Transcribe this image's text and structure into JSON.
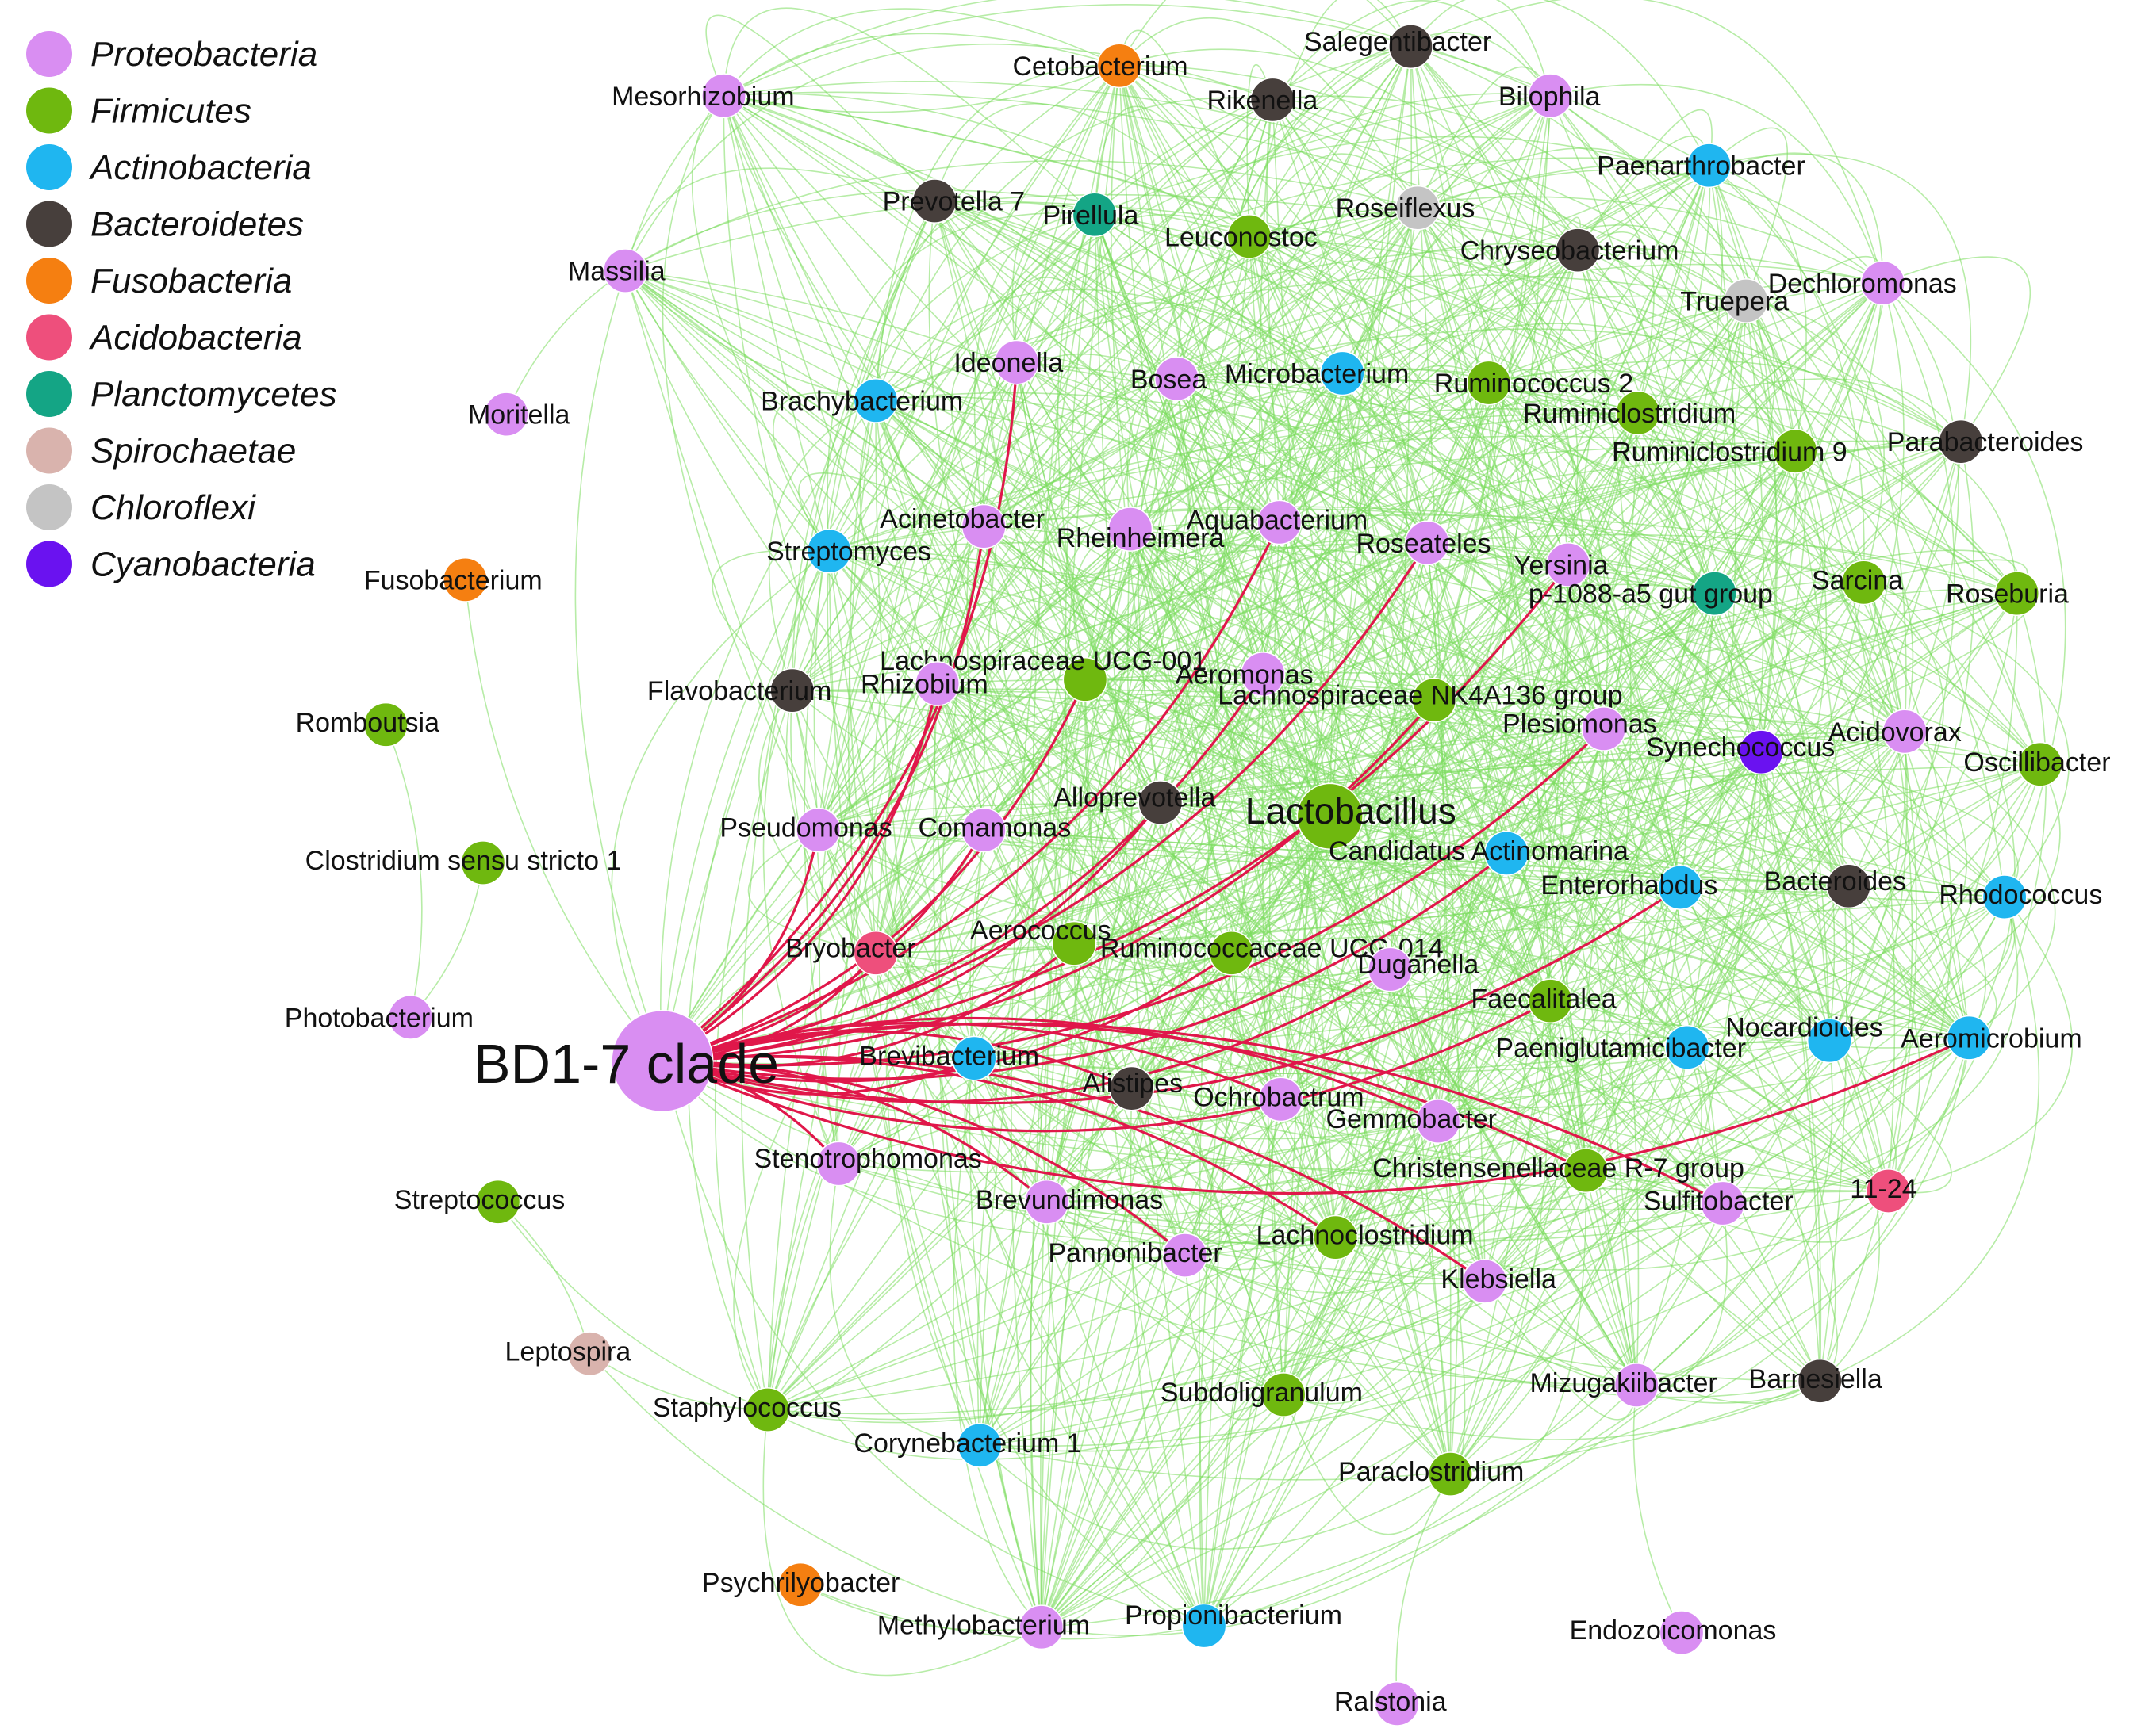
{
  "legend": [
    {
      "name": "Proteobacteria",
      "color": "#d98ef2"
    },
    {
      "name": "Firmicutes",
      "color": "#6fb80f"
    },
    {
      "name": "Actinobacteria",
      "color": "#1fb6f0"
    },
    {
      "name": "Bacteroidetes",
      "color": "#473f3c"
    },
    {
      "name": "Fusobacteria",
      "color": "#f57f11"
    },
    {
      "name": "Acidobacteria",
      "color": "#ee4f7c"
    },
    {
      "name": "Planctomycetes",
      "color": "#14a585"
    },
    {
      "name": "Spirochaetae",
      "color": "#d9b3ad"
    },
    {
      "name": "Chloroflexi",
      "color": "#c4c4c4"
    },
    {
      "name": "Cyanobacteria",
      "color": "#6a12f0"
    }
  ],
  "nodes": [
    {
      "id": "BD1-7 clade",
      "label": "BD1-7 clade",
      "phylum": 0,
      "size": "huge"
    },
    {
      "id": "Lactobacillus",
      "label": "Lactobacillus",
      "phylum": 1,
      "size": "big"
    },
    {
      "id": "Mesorhizobium",
      "label": "Mesorhizobium",
      "phylum": 0
    },
    {
      "id": "Cetobacterium",
      "label": "Cetobacterium",
      "phylum": 4
    },
    {
      "id": "Salegentibacter",
      "label": "Salegentibacter",
      "phylum": 3
    },
    {
      "id": "Rikenella",
      "label": "Rikenella",
      "phylum": 3
    },
    {
      "id": "Bilophila",
      "label": "Bilophila",
      "phylum": 0
    },
    {
      "id": "Paenarthrobacter",
      "label": "Paenarthrobacter",
      "phylum": 2
    },
    {
      "id": "Prevotella 7",
      "label": "Prevotella 7",
      "phylum": 3
    },
    {
      "id": "Pirellula",
      "label": "Pirellula",
      "phylum": 6
    },
    {
      "id": "Leuconostoc",
      "label": "Leuconostoc",
      "phylum": 1
    },
    {
      "id": "Roseiflexus",
      "label": "Roseiflexus",
      "phylum": 8
    },
    {
      "id": "Chryseobacterium",
      "label": "Chryseobacterium",
      "phylum": 3
    },
    {
      "id": "Truepera",
      "label": "Truepera",
      "phylum": 8
    },
    {
      "id": "Dechloromonas",
      "label": "Dechloromonas",
      "phylum": 0
    },
    {
      "id": "Massilia",
      "label": "Massilia",
      "phylum": 0
    },
    {
      "id": "Ideonella",
      "label": "Ideonella",
      "phylum": 0
    },
    {
      "id": "Bosea",
      "label": "Bosea",
      "phylum": 0
    },
    {
      "id": "Microbacterium",
      "label": "Microbacterium",
      "phylum": 2
    },
    {
      "id": "Ruminococcus 2",
      "label": "Ruminococcus 2",
      "phylum": 1
    },
    {
      "id": "Ruminiclostridium",
      "label": "Ruminiclostridium",
      "phylum": 1
    },
    {
      "id": "Ruminiclostridium 9",
      "label": "Ruminiclostridium 9",
      "phylum": 1
    },
    {
      "id": "Parabacteroides",
      "label": "Parabacteroides",
      "phylum": 3
    },
    {
      "id": "Moritella",
      "label": "Moritella",
      "phylum": 0
    },
    {
      "id": "Brachybacterium",
      "label": "Brachybacterium",
      "phylum": 2
    },
    {
      "id": "Acinetobacter",
      "label": "Acinetobacter",
      "phylum": 0
    },
    {
      "id": "Rheinheimera",
      "label": "Rheinheimera",
      "phylum": 0
    },
    {
      "id": "Aquabacterium",
      "label": "Aquabacterium",
      "phylum": 0
    },
    {
      "id": "Roseateles",
      "label": "Roseateles",
      "phylum": 0
    },
    {
      "id": "Yersinia",
      "label": "Yersinia",
      "phylum": 0
    },
    {
      "id": "p-1088-a5 gut group",
      "label": "p-1088-a5 gut group",
      "phylum": 6
    },
    {
      "id": "Sarcina",
      "label": "Sarcina",
      "phylum": 1
    },
    {
      "id": "Roseburia",
      "label": "Roseburia",
      "phylum": 1
    },
    {
      "id": "Streptomyces",
      "label": "Streptomyces",
      "phylum": 2
    },
    {
      "id": "Fusobacterium",
      "label": "Fusobacterium",
      "phylum": 4
    },
    {
      "id": "Lachnospiraceae UCG-001",
      "label": "Lachnospiraceae UCG-001",
      "phylum": 1
    },
    {
      "id": "Aeromonas",
      "label": "Aeromonas",
      "phylum": 0
    },
    {
      "id": "Lachnospiraceae NK4A136 group",
      "label": "Lachnospiraceae NK4A136 group",
      "phylum": 1
    },
    {
      "id": "Flavobacterium",
      "label": "Flavobacterium",
      "phylum": 3
    },
    {
      "id": "Rhizobium",
      "label": "Rhizobium",
      "phylum": 0
    },
    {
      "id": "Plesiomonas",
      "label": "Plesiomonas",
      "phylum": 0
    },
    {
      "id": "Synechococcus",
      "label": "Synechococcus",
      "phylum": 9
    },
    {
      "id": "Acidovorax",
      "label": "Acidovorax",
      "phylum": 0
    },
    {
      "id": "Oscillibacter",
      "label": "Oscillibacter",
      "phylum": 1
    },
    {
      "id": "Romboutsia",
      "label": "Romboutsia",
      "phylum": 1
    },
    {
      "id": "Alloprevotella",
      "label": "Alloprevotella",
      "phylum": 3
    },
    {
      "id": "Pseudomonas",
      "label": "Pseudomonas",
      "phylum": 0
    },
    {
      "id": "Comamonas",
      "label": "Comamonas",
      "phylum": 0
    },
    {
      "id": "Candidatus Actinomarina",
      "label": "Candidatus Actinomarina",
      "phylum": 2
    },
    {
      "id": "Clostridium sensu stricto 1",
      "label": "Clostridium sensu stricto 1",
      "phylum": 1
    },
    {
      "id": "Enterorhabdus",
      "label": "Enterorhabdus",
      "phylum": 2
    },
    {
      "id": "Bacteroides",
      "label": "Bacteroides",
      "phylum": 3
    },
    {
      "id": "Rhodococcus",
      "label": "Rhodococcus",
      "phylum": 2
    },
    {
      "id": "Bryobacter",
      "label": "Bryobacter",
      "phylum": 5
    },
    {
      "id": "Aerococcus",
      "label": "Aerococcus",
      "phylum": 1
    },
    {
      "id": "Ruminococcaceae UCG-014",
      "label": "Ruminococcaceae UCG-014",
      "phylum": 1
    },
    {
      "id": "Duganella",
      "label": "Duganella",
      "phylum": 0
    },
    {
      "id": "Photobacterium",
      "label": "Photobacterium",
      "phylum": 0
    },
    {
      "id": "Faecalitalea",
      "label": "Faecalitalea",
      "phylum": 1
    },
    {
      "id": "Nocardioides",
      "label": "Nocardioides",
      "phylum": 2
    },
    {
      "id": "Aeromicrobium",
      "label": "Aeromicrobium",
      "phylum": 2
    },
    {
      "id": "Brevibacterium",
      "label": "Brevibacterium",
      "phylum": 2
    },
    {
      "id": "Paeniglutamicibacter",
      "label": "Paeniglutamicibacter",
      "phylum": 2
    },
    {
      "id": "Alistipes",
      "label": "Alistipes",
      "phylum": 3
    },
    {
      "id": "Ochrobactrum",
      "label": "Ochrobactrum",
      "phylum": 0
    },
    {
      "id": "Gemmobacter",
      "label": "Gemmobacter",
      "phylum": 0
    },
    {
      "id": "Stenotrophomonas",
      "label": "Stenotrophomonas",
      "phylum": 0
    },
    {
      "id": "Christensenellaceae R-7 group",
      "label": "Christensenellaceae R-7 group",
      "phylum": 1
    },
    {
      "id": "Streptococcus",
      "label": "Streptococcus",
      "phylum": 1
    },
    {
      "id": "Brevundimonas",
      "label": "Brevundimonas",
      "phylum": 0
    },
    {
      "id": "11-24",
      "label": "11-24",
      "phylum": 5
    },
    {
      "id": "Sulfitobacter",
      "label": "Sulfitobacter",
      "phylum": 0
    },
    {
      "id": "Pannonibacter",
      "label": "Pannonibacter",
      "phylum": 0
    },
    {
      "id": "Lachnoclostridium",
      "label": "Lachnoclostridium",
      "phylum": 1
    },
    {
      "id": "Klebsiella",
      "label": "Klebsiella",
      "phylum": 0
    },
    {
      "id": "Leptospira",
      "label": "Leptospira",
      "phylum": 7
    },
    {
      "id": "Staphylococcus",
      "label": "Staphylococcus",
      "phylum": 1
    },
    {
      "id": "Subdoligranulum",
      "label": "Subdoligranulum",
      "phylum": 1
    },
    {
      "id": "Mizugakiibacter",
      "label": "Mizugakiibacter",
      "phylum": 0
    },
    {
      "id": "Barnesiella",
      "label": "Barnesiella",
      "phylum": 3
    },
    {
      "id": "Corynebacterium 1",
      "label": "Corynebacterium 1",
      "phylum": 2
    },
    {
      "id": "Paraclostridium",
      "label": "Paraclostridium",
      "phylum": 1
    },
    {
      "id": "Psychrilyobacter",
      "label": "Psychrilyobacter",
      "phylum": 4
    },
    {
      "id": "Methylobacterium",
      "label": "Methylobacterium",
      "phylum": 0
    },
    {
      "id": "Propionibacterium",
      "label": "Propionibacterium",
      "phylum": 2
    },
    {
      "id": "Endozoicomonas",
      "label": "Endozoicomonas",
      "phylum": 0
    },
    {
      "id": "Ralstonia",
      "label": "Ralstonia",
      "phylum": 0
    }
  ],
  "red_edges": [
    [
      "BD1-7 clade",
      "Ideonella"
    ],
    [
      "BD1-7 clade",
      "Acinetobacter"
    ],
    [
      "BD1-7 clade",
      "Aquabacterium"
    ],
    [
      "BD1-7 clade",
      "Roseateles"
    ],
    [
      "BD1-7 clade",
      "Yersinia"
    ],
    [
      "BD1-7 clade",
      "Lachnospiraceae UCG-001"
    ],
    [
      "BD1-7 clade",
      "Aeromonas"
    ],
    [
      "BD1-7 clade",
      "Lachnospiraceae NK4A136 group"
    ],
    [
      "BD1-7 clade",
      "Rhizobium"
    ],
    [
      "BD1-7 clade",
      "Plesiomonas"
    ],
    [
      "BD1-7 clade",
      "Alloprevotella"
    ],
    [
      "BD1-7 clade",
      "Pseudomonas"
    ],
    [
      "BD1-7 clade",
      "Comamonas"
    ],
    [
      "BD1-7 clade",
      "Candidatus Actinomarina"
    ],
    [
      "BD1-7 clade",
      "Enterorhabdus"
    ],
    [
      "BD1-7 clade",
      "Bryobacter"
    ],
    [
      "BD1-7 clade",
      "Aerococcus"
    ],
    [
      "BD1-7 clade",
      "Ruminococcaceae UCG-014"
    ],
    [
      "BD1-7 clade",
      "Duganella"
    ],
    [
      "BD1-7 clade",
      "Faecalitalea"
    ],
    [
      "BD1-7 clade",
      "Brevibacterium"
    ],
    [
      "BD1-7 clade",
      "Alistipes"
    ],
    [
      "BD1-7 clade",
      "Ochrobactrum"
    ],
    [
      "BD1-7 clade",
      "Gemmobacter"
    ],
    [
      "BD1-7 clade",
      "Stenotrophomonas"
    ],
    [
      "BD1-7 clade",
      "Christensenellaceae R-7 group"
    ],
    [
      "BD1-7 clade",
      "Brevundimonas"
    ],
    [
      "BD1-7 clade",
      "Sulfitobacter"
    ],
    [
      "BD1-7 clade",
      "Pannonibacter"
    ],
    [
      "BD1-7 clade",
      "Lachnoclostridium"
    ],
    [
      "BD1-7 clade",
      "Klebsiella"
    ],
    [
      "BD1-7 clade",
      "Aeromicrobium"
    ]
  ],
  "outer_edges": [
    [
      "Photobacterium",
      "Romboutsia"
    ],
    [
      "Photobacterium",
      "Clostridium sensu stricto 1"
    ],
    [
      "Leptospira",
      "Streptococcus"
    ],
    [
      "Leptospira",
      "Staphylococcus"
    ],
    [
      "Leptospira",
      "Methylobacterium"
    ],
    [
      "Streptococcus",
      "Staphylococcus"
    ],
    [
      "Fusobacterium",
      "BD1-7 clade"
    ],
    [
      "Massilia",
      "Moritella"
    ],
    [
      "Mizugakiibacter",
      "Endozoicomonas"
    ],
    [
      "Paraclostridium",
      "Ralstonia"
    ],
    [
      "Psychrilyobacter",
      "Methylobacterium"
    ],
    [
      "Psychrilyobacter",
      "Propionibacterium"
    ],
    [
      "Mesorhizobium",
      "Cetobacterium"
    ],
    [
      "Massilia",
      "Brachybacterium"
    ]
  ]
}
